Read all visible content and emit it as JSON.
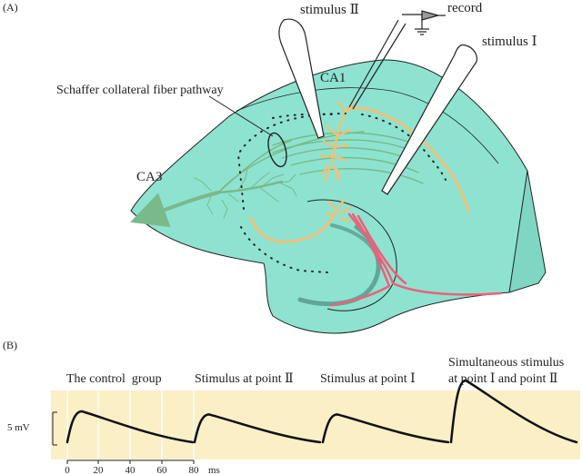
{
  "panel_a": {
    "label": "(A)",
    "labels": {
      "stimulus_2": "stimulus Ⅱ",
      "record": "record",
      "stimulus_1": "stimulus Ⅰ",
      "ca1": "CA1",
      "ca3": "CA3",
      "schaffer": "Schaffer collateral fiber pathway"
    },
    "colors": {
      "tissue": "#8de3d0",
      "green_neuron": "#79b98a",
      "orange_neuron": "#eec07a",
      "red_fiber": "#ee5f7a",
      "dentate_dark": "#3d7469"
    }
  },
  "panel_b": {
    "label": "(B)",
    "background": "#fbefc6",
    "groups": [
      {
        "title": "The control  group",
        "amplitude": 0.5
      },
      {
        "title": "Stimulus at point Ⅱ",
        "amplitude": 0.45
      },
      {
        "title": "Stimulus at point Ⅰ",
        "amplitude": 0.45
      },
      {
        "title_line1": "Simultaneous stimulus",
        "title_line2": "at point Ⅰ and point Ⅱ",
        "amplitude": 1.0
      }
    ],
    "scale_bar": "5 mV",
    "time_axis": {
      "ticks": [
        "0",
        "20",
        "40",
        "60",
        "80"
      ],
      "unit": "ms"
    }
  }
}
